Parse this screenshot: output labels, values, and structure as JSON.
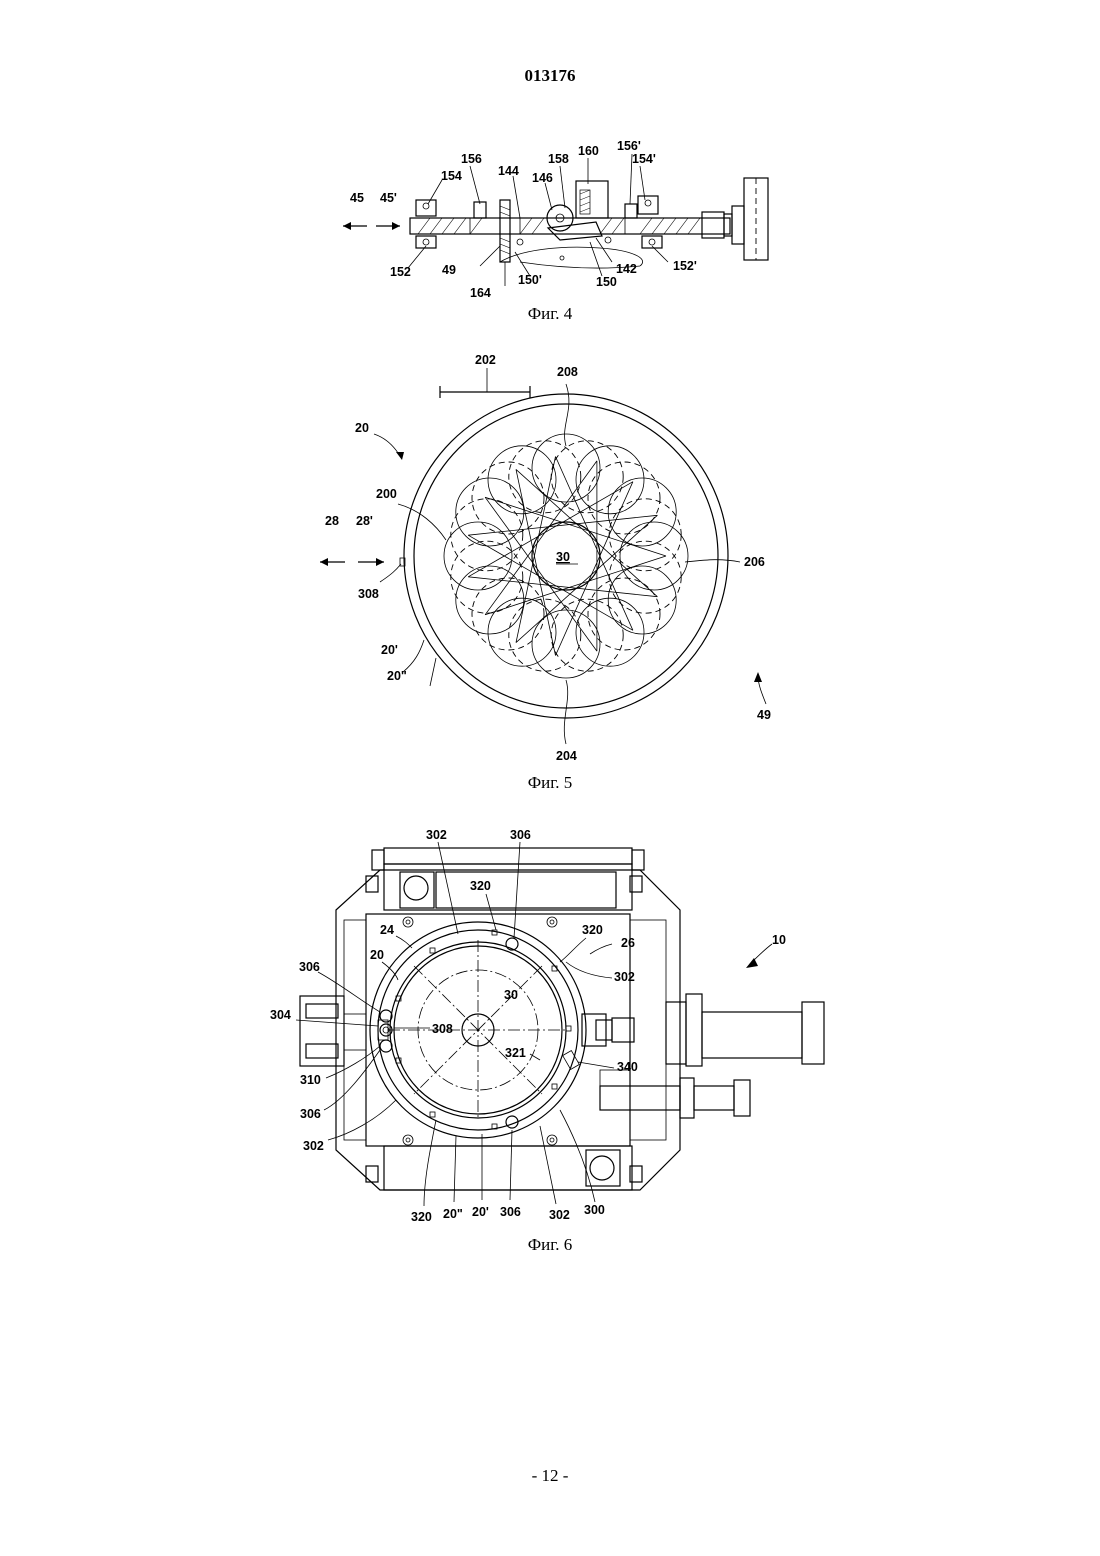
{
  "header": {
    "document_number": "013176"
  },
  "footer": {
    "page_label": "- 12 -"
  },
  "figures": {
    "fig4": {
      "caption": "Фиг. 4",
      "labels": {
        "l45": "45",
        "l45p": "45'",
        "l154": "154",
        "l156": "156",
        "l144": "144",
        "l146": "146",
        "l158": "158",
        "l160": "160",
        "l156p": "156'",
        "l154p": "154'",
        "l152": "152",
        "l49": "49",
        "l164": "164",
        "l150p": "150'",
        "l150": "150",
        "l142": "142",
        "l152p": "152'"
      }
    },
    "fig5": {
      "caption": "Фиг. 5",
      "labels": {
        "l202": "202",
        "l208": "208",
        "l20": "20",
        "l200": "200",
        "l28": "28",
        "l28p": "28'",
        "l30": "30",
        "l206": "206",
        "l308": "308",
        "l20p": "20'",
        "l20pp": "20\"",
        "l49": "49",
        "l204": "204"
      }
    },
    "fig6": {
      "caption": "Фиг. 6",
      "labels": {
        "l302a": "302",
        "l306a": "306",
        "l320a": "320",
        "l320b": "320",
        "l10": "10",
        "l24": "24",
        "l26": "26",
        "l20": "20",
        "l306b": "306",
        "l302b": "302",
        "l30": "30",
        "l304": "304",
        "l308": "308",
        "l321": "321",
        "l310": "310",
        "l340": "340",
        "l306c": "306",
        "l302c": "302",
        "l300": "300",
        "l320c": "320",
        "l20pp": "20\"",
        "l20p": "20'",
        "l306d": "306",
        "l302d": "302"
      }
    }
  }
}
